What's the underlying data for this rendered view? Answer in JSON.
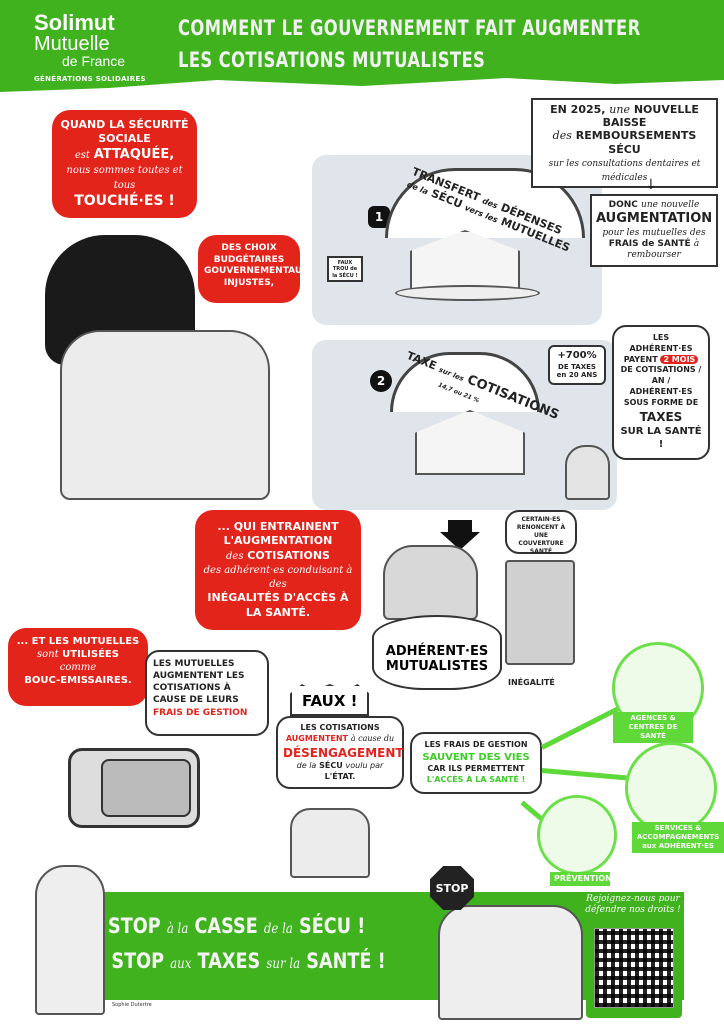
{
  "header": {
    "logo": {
      "line1": "Solimut",
      "line2": "Mutuelle",
      "line3": "de France",
      "tagline": "GÉNÉRATIONS SOLIDAIRES"
    },
    "title_line1": "COMMENT LE GOUVERNEMENT FAIT AUGMENTER",
    "title_line2": "LES COTISATIONS MUTUALISTES"
  },
  "bubbles": {
    "attack": {
      "a": "QUAND LA SÉCURITÉ SOCIALE",
      "b": "est",
      "c": "ATTAQUÉE,",
      "d": "nous sommes toutes et tous",
      "e": "TOUCHÉ·ES !"
    },
    "choices": "DES CHOIX BUDGÉTAIRES GOUVERNEMENTAUX INJUSTES,",
    "consequence": {
      "a": "... QUI ENTRAINENT L'AUGMENTATION",
      "b": "des",
      "c": "COTISATIONS",
      "d": "des adhérent·es conduisant à des",
      "e": "INÉGALITÉS D'ACCÈS À LA SANTÉ."
    },
    "scapegoat": {
      "a": "... ET LES MUTUELLES",
      "b": "sont",
      "c": "UTILISÉES",
      "d": "comme",
      "e": "BOUC-EMISSAIRES."
    }
  },
  "panel1": {
    "number": "1",
    "arc": {
      "a": "TRANSFERT",
      "b": "des",
      "c": "DÉPENSES",
      "d": "de la",
      "e": "SÉCU",
      "f": "vers les",
      "g": "MUTUELLES"
    },
    "sign": "FAUX TROU de la SÉCU !"
  },
  "panel2": {
    "number": "2",
    "arc": {
      "a": "TAXE",
      "b": "sur les",
      "c": "COTISATIONS",
      "d": "14,7 ou 21 %"
    }
  },
  "boxes": {
    "baisse": {
      "a": "EN 2025,",
      "b": "une",
      "c": "NOUVELLE BAISSE",
      "d": "des",
      "e": "REMBOURSEMENTS SÉCU",
      "f": "sur les consultations dentaires et médicales"
    },
    "augmentation": {
      "a": "DONC",
      "b": "une nouvelle",
      "c": "AUGMENTATION",
      "d": "pour les mutuelles des",
      "e": "FRAIS de SANTÉ",
      "f": "à rembourser"
    },
    "taxes_pct": {
      "a": "+700%",
      "b": "DE TAXES",
      "c": "en 20 ANS"
    }
  },
  "taxes_bubble": {
    "a": "LES ADHÉRENT·ES PAYENT",
    "badge": "2 MOIS",
    "b": "DE COTISATIONS / AN / ADHÉRENT·ES SOUS FORME DE",
    "c": "TAXES",
    "d": "SUR LA SANTÉ !"
  },
  "renounce": "CERTAIN·ES RENONCENT À UNE COUVERTURE SANTÉ",
  "adherents_label": "ADHÉRENT·ES MUTUALISTES",
  "inegalite": "INÉGALITÉ",
  "tv_bubble": {
    "a": "LES MUTUELLES AUGMENTENT LES COTISATIONS À CAUSE DE LEURS",
    "b": "FRAIS DE GESTION"
  },
  "faux_bubble": {
    "title": "FAUX !",
    "a": "LES COTISATIONS",
    "b": "AUGMENTENT",
    "c": "à cause du",
    "d": "DÉSENGAGEMENT",
    "e": "de la",
    "f": "SÉCU",
    "g": "voulu par",
    "h": "L'ÉTAT."
  },
  "frais_bubble": {
    "a": "LES FRAIS DE GESTION",
    "b": "SAUVENT DES VIES",
    "c": "CAR ILS PERMETTENT",
    "d": "L'ACCÈS À LA SANTÉ !"
  },
  "services": [
    {
      "label": "AGENCES & CENTRES DE SANTÉ"
    },
    {
      "label": "SERVICES & ACCOMPAGNEMENTS aux ADHÉRENT·ES"
    },
    {
      "label": "PRÉVENTION"
    }
  ],
  "banner": {
    "l1": {
      "a": "STOP",
      "b": "à la",
      "c": "CASSE",
      "d": "de la",
      "e": "SÉCU !"
    },
    "l2": {
      "a": "STOP",
      "b": "aux",
      "c": "TAXES",
      "d": "sur la",
      "e": "SANTÉ !"
    },
    "stop_sign": "STOP",
    "join": "Rejoignez-nous pour défendre nos droits !",
    "signature": "Sophie Dutertre"
  },
  "colors": {
    "green": "#3fb21e",
    "red": "#e3241b",
    "light_green": "#5fd93a"
  }
}
